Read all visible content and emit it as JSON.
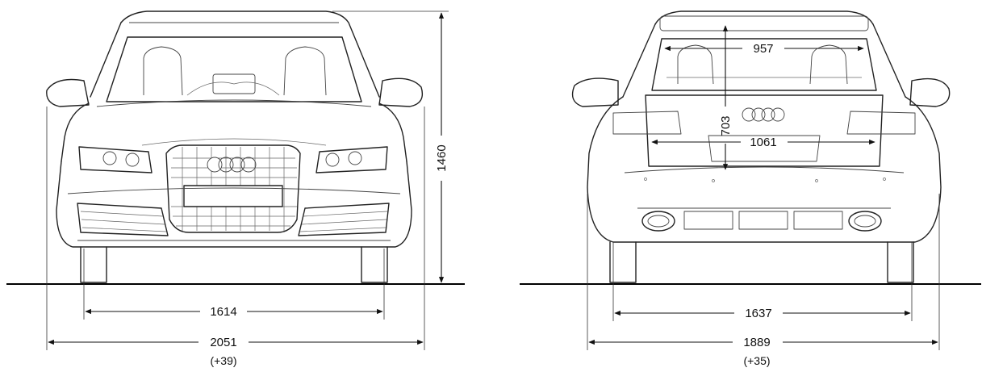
{
  "front_view": {
    "track_width": "1614",
    "overall_width": "2051",
    "overall_width_extra": "(+39)",
    "overall_height": "1460"
  },
  "rear_view": {
    "rear_window_width": "957",
    "cargo_height": "703",
    "tailgate_width": "1061",
    "track_width": "1637",
    "body_width": "1889",
    "body_width_extra": "(+35)"
  }
}
